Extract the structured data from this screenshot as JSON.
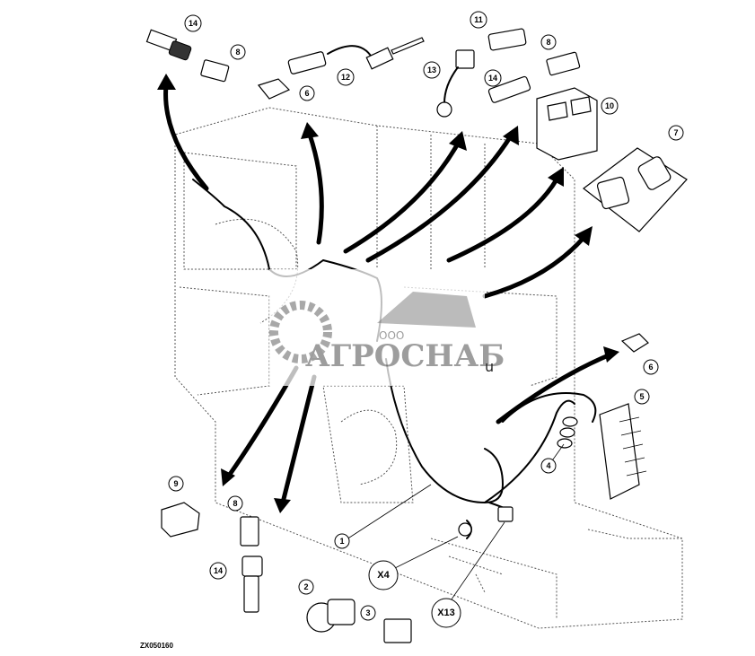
{
  "figure_id": "ZX050160",
  "callouts": {
    "c1": "1",
    "c2": "2",
    "c3": "3",
    "c4": "4",
    "c5": "5",
    "c6a": "6",
    "c6b": "6",
    "c7": "7",
    "c8a": "8",
    "c8b": "8",
    "c8c": "8",
    "c9": "9",
    "c10": "10",
    "c11": "11",
    "c12": "12",
    "c13": "13",
    "c14a": "14",
    "c14b": "14",
    "c14c": "14"
  },
  "connectors": {
    "x4": "X4",
    "x13": "X13"
  },
  "watermark": {
    "company": "АГРОСНАБ",
    "prefix": "ООО",
    "suffix": "u"
  }
}
